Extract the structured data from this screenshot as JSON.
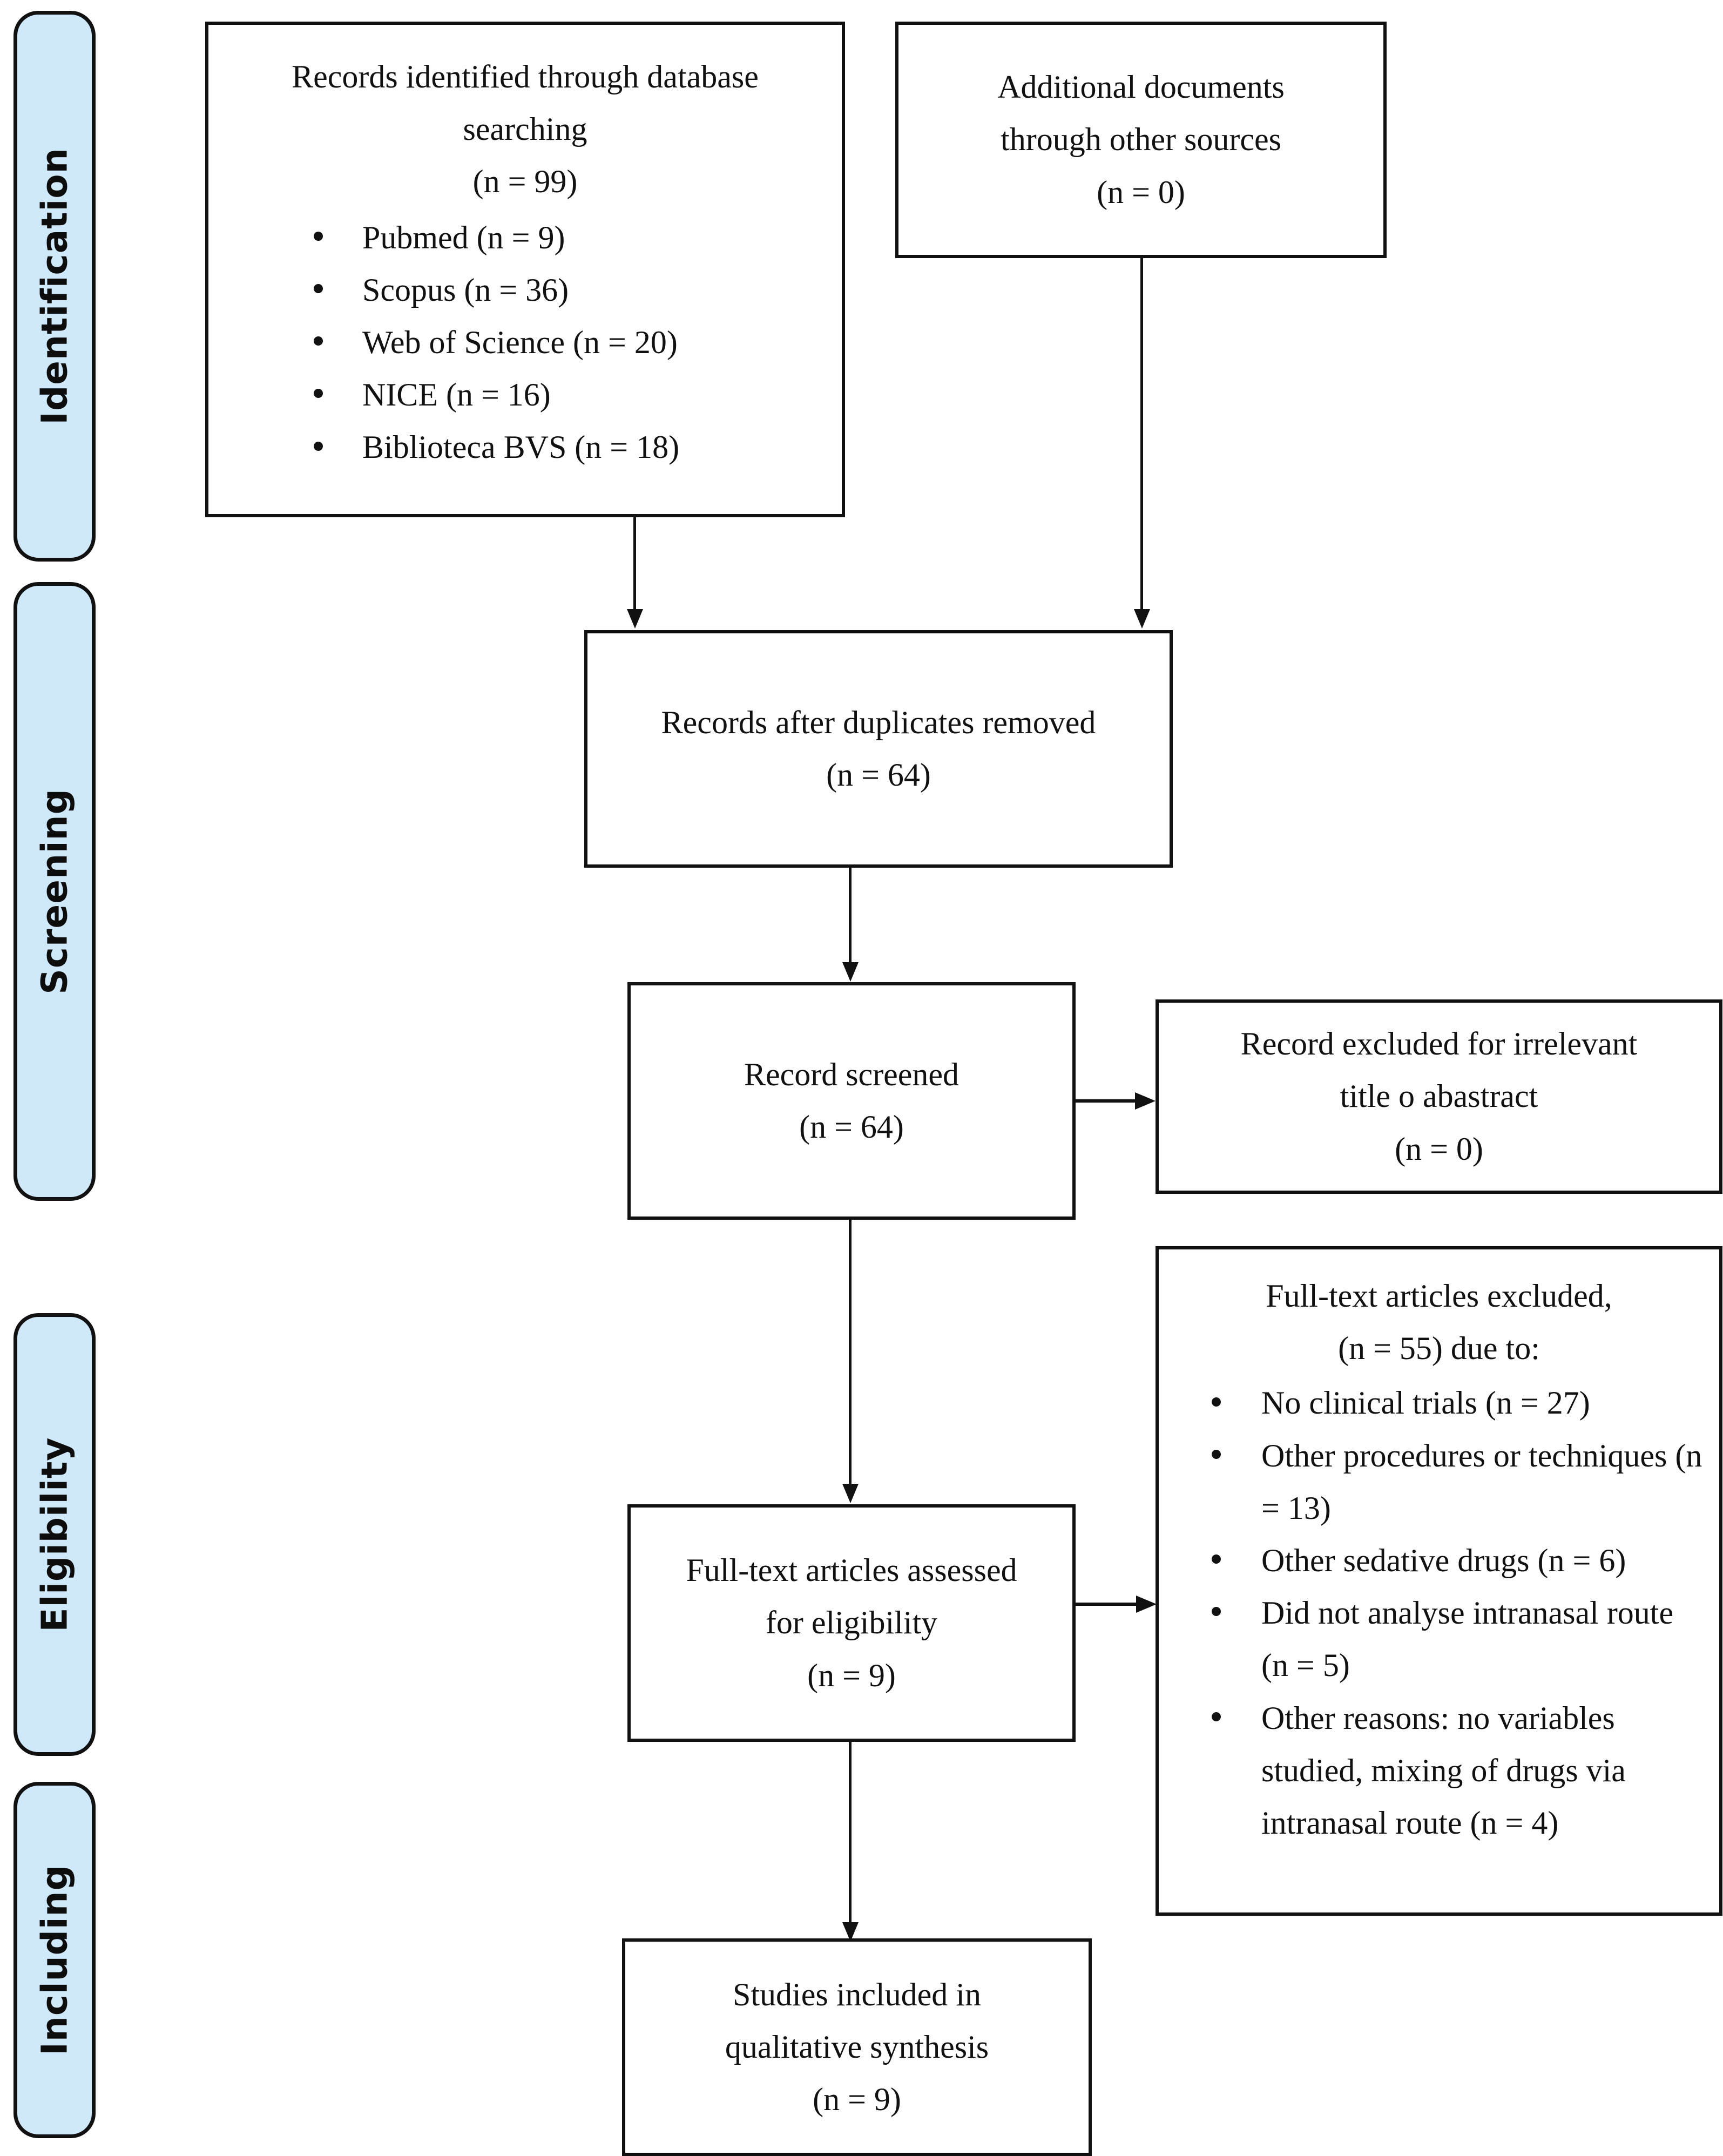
{
  "diagram": {
    "title": "PRISMA flow diagram",
    "accent_color": "#cfe8fa",
    "line_color": "#111111"
  },
  "stages": [
    {
      "id": "identification",
      "label": "Identification"
    },
    {
      "id": "screening",
      "label": "Screening"
    },
    {
      "id": "eligibility",
      "label": "Eligibility"
    },
    {
      "id": "including",
      "label": "Including"
    }
  ],
  "boxes": {
    "database_search": {
      "line1": "Records identified through database",
      "line2": "searching",
      "line3": "(n = 99)",
      "sources": [
        "Pubmed (n = 9)",
        "Scopus (n = 36)",
        "Web of Science (n = 20)",
        "NICE (n = 16)",
        "Biblioteca BVS (n = 18)"
      ]
    },
    "other_sources": {
      "line1": "Additional documents",
      "line2": "through other sources",
      "line3": "(n = 0)"
    },
    "duplicates_removed": {
      "line1": "Records after duplicates removed",
      "line2": "(n = 64)"
    },
    "records_screened": {
      "line1": "Record screened",
      "line2": "(n = 64)"
    },
    "records_excluded": {
      "line1": "Record excluded for irrelevant",
      "line2": "title o abastract",
      "line3": "(n = 0)"
    },
    "fulltext_assessed": {
      "line1": "Full-text articles assessed",
      "line2": "for eligibility",
      "line3": "(n = 9)"
    },
    "fulltext_excluded": {
      "line1": "Full-text articles excluded,",
      "line2": "(n = 55) due to:",
      "reasons": [
        "No clinical trials (n = 27)",
        "Other procedures or techniques (n = 13)",
        "Other sedative drugs (n = 6)",
        "Did not analyse intranasal route (n = 5)",
        "Other reasons: no variables studied, mixing of drugs via intranasal route (n = 4)"
      ]
    },
    "studies_included": {
      "line1": "Studies included in",
      "line2": "qualitative synthesis",
      "line3": "(n = 9)"
    }
  }
}
